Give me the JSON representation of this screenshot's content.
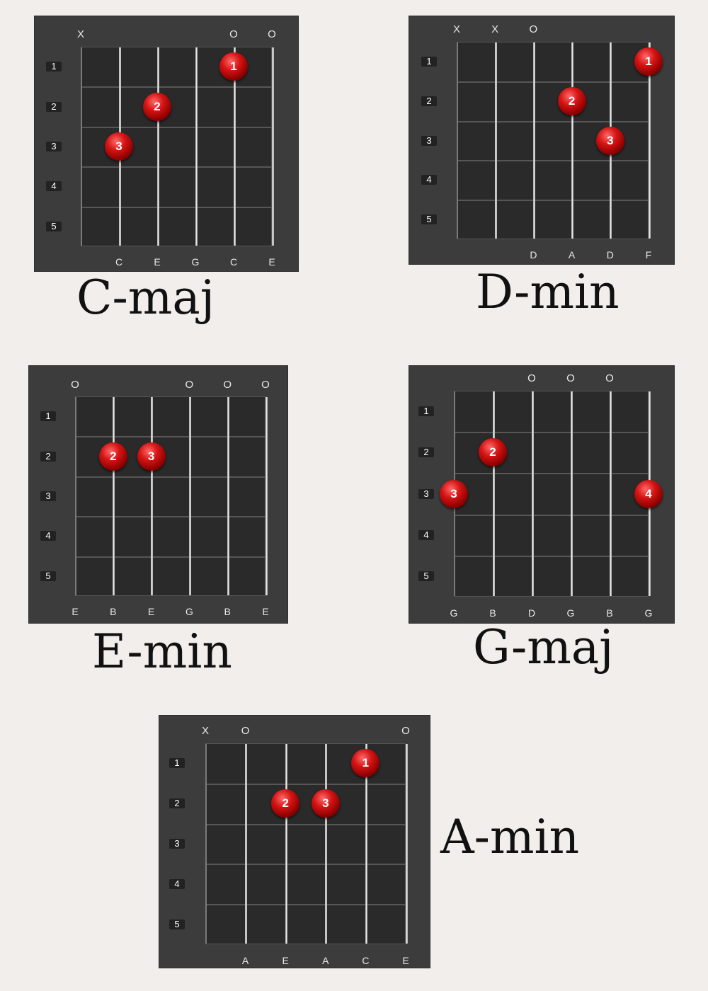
{
  "chords": [
    {
      "name": "C-maj",
      "top_marks": [
        "X",
        "",
        "",
        "",
        "O",
        "O"
      ],
      "fret_numbers": [
        "1",
        "2",
        "3",
        "4",
        "5"
      ],
      "note_labels": [
        "",
        "C",
        "E",
        "G",
        "C",
        "E"
      ],
      "fingers": [
        {
          "label": "3",
          "string": 2,
          "fret": 3
        },
        {
          "label": "2",
          "string": 3,
          "fret": 2
        },
        {
          "label": "1",
          "string": 5,
          "fret": 1
        }
      ]
    },
    {
      "name": "D-min",
      "top_marks": [
        "X",
        "X",
        "O",
        "",
        "",
        ""
      ],
      "fret_numbers": [
        "1",
        "2",
        "3",
        "4",
        "5"
      ],
      "note_labels": [
        "",
        "",
        "D",
        "A",
        "D",
        "F"
      ],
      "fingers": [
        {
          "label": "2",
          "string": 4,
          "fret": 2
        },
        {
          "label": "3",
          "string": 5,
          "fret": 3
        },
        {
          "label": "1",
          "string": 6,
          "fret": 1
        }
      ]
    },
    {
      "name": "E-min",
      "top_marks": [
        "O",
        "",
        "",
        "O",
        "O",
        "O"
      ],
      "fret_numbers": [
        "1",
        "2",
        "3",
        "4",
        "5"
      ],
      "note_labels": [
        "E",
        "B",
        "E",
        "G",
        "B",
        "E"
      ],
      "fingers": [
        {
          "label": "2",
          "string": 2,
          "fret": 2
        },
        {
          "label": "3",
          "string": 3,
          "fret": 2
        }
      ]
    },
    {
      "name": "G-maj",
      "top_marks": [
        "",
        "",
        "O",
        "O",
        "O",
        ""
      ],
      "fret_numbers": [
        "1",
        "2",
        "3",
        "4",
        "5"
      ],
      "note_labels": [
        "G",
        "B",
        "D",
        "G",
        "B",
        "G"
      ],
      "fingers": [
        {
          "label": "3",
          "string": 1,
          "fret": 3
        },
        {
          "label": "2",
          "string": 2,
          "fret": 2
        },
        {
          "label": "4",
          "string": 6,
          "fret": 3
        }
      ]
    },
    {
      "name": "A-min",
      "top_marks": [
        "X",
        "O",
        "",
        "",
        "",
        "O"
      ],
      "fret_numbers": [
        "1",
        "2",
        "3",
        "4",
        "5"
      ],
      "note_labels": [
        "",
        "A",
        "E",
        "A",
        "C",
        "E"
      ],
      "fingers": [
        {
          "label": "2",
          "string": 3,
          "fret": 2
        },
        {
          "label": "3",
          "string": 4,
          "fret": 2
        },
        {
          "label": "1",
          "string": 5,
          "fret": 1
        }
      ]
    }
  ]
}
